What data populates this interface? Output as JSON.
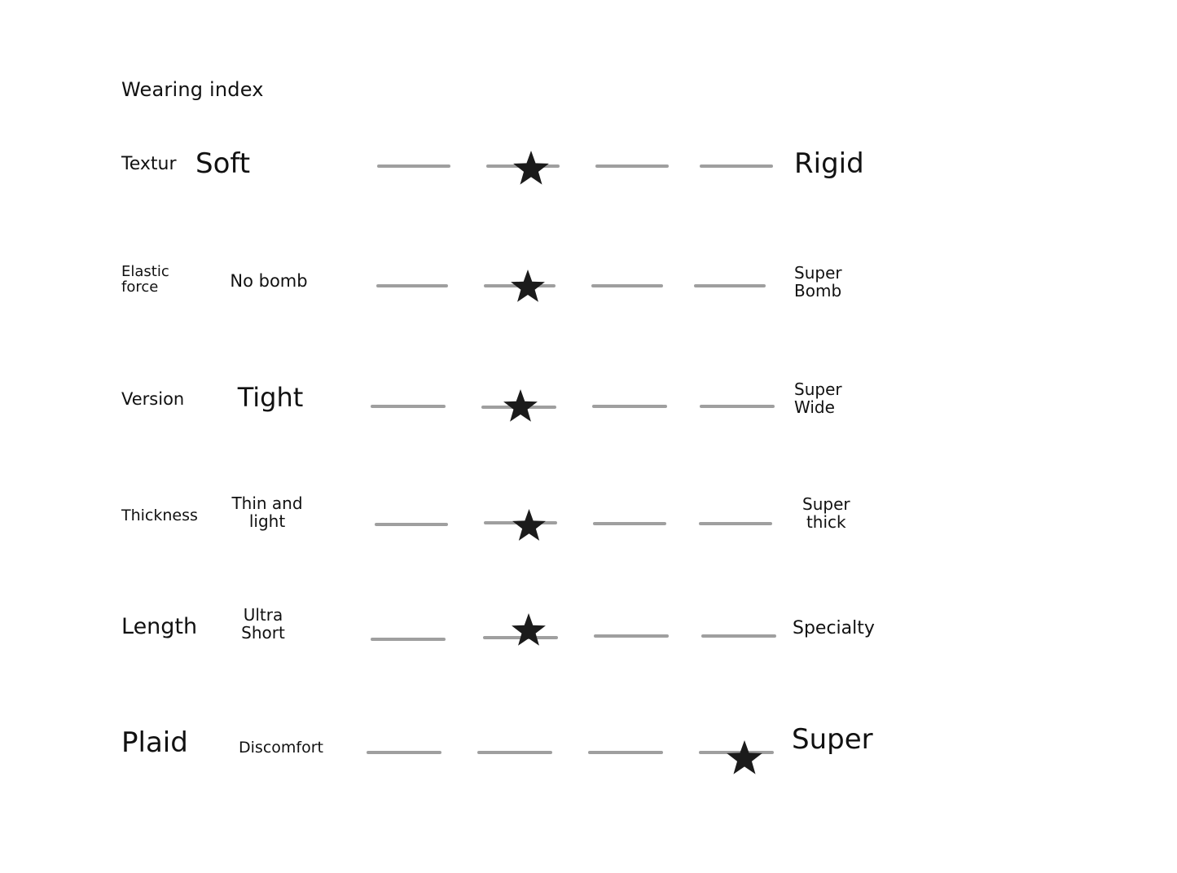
{
  "page": {
    "title": "Wearing index",
    "background": "#ffffff",
    "ink": "#111111",
    "track_color": "#9a9a9a",
    "star_color": "#1b1b1b"
  },
  "scale": {
    "segments": 4,
    "star_glyph": "star-marker"
  },
  "rows": [
    {
      "attribute": "Textur",
      "low_label": "Soft",
      "high_label": "Rigid",
      "rating": 2,
      "segment_count": 4
    },
    {
      "attribute": "Elastic\nforce",
      "low_label": "No bomb",
      "high_label": "Super\nBomb",
      "rating": 2,
      "segment_count": 4
    },
    {
      "attribute": "Version",
      "low_label": "Tight",
      "high_label": "Super\nWide",
      "rating": 2,
      "segment_count": 4
    },
    {
      "attribute": "Thickness",
      "low_label": "Thin and\nlight",
      "high_label": "Super\nthick",
      "rating": 2,
      "segment_count": 4
    },
    {
      "attribute": "Length",
      "low_label": "Ultra\nShort",
      "high_label": "Specialty",
      "rating": 2,
      "segment_count": 4
    },
    {
      "attribute": "Plaid",
      "low_label": "Discomfort",
      "high_label": "Super",
      "rating": 4,
      "segment_count": 4
    }
  ]
}
